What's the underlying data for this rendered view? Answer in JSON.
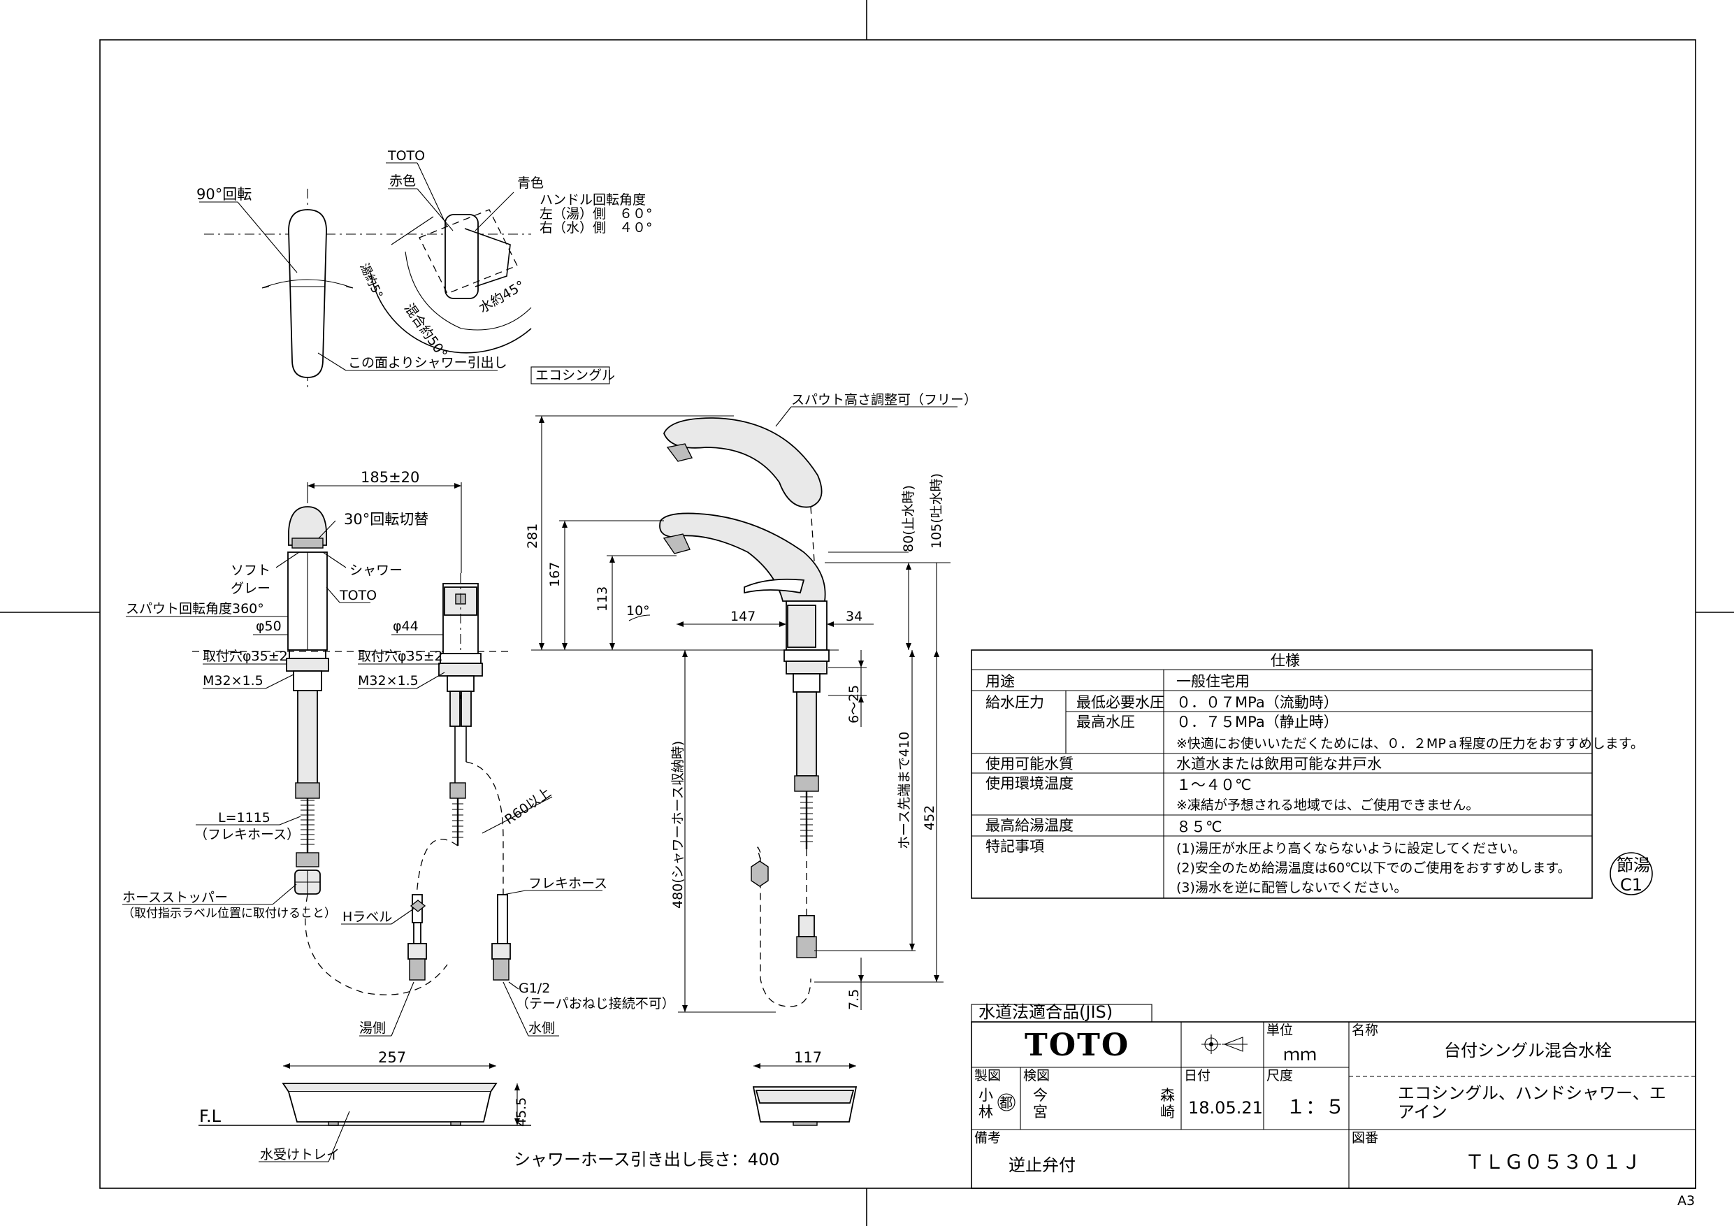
{
  "top_view": {
    "rotate90": "90°回転",
    "toto": "TOTO",
    "red": "赤色",
    "blue": "青色",
    "handle_angle": "ハンドル回転角度",
    "left_hot": "左（湯）側　６０°",
    "right_cold": "右（水）側　４０°",
    "hot_angle": "湯約5°",
    "mix_angle": "混合約50°",
    "cold_angle": "水約45°",
    "shower_face": "この面よりシャワー引出し",
    "eco_label": "エコシングル"
  },
  "front_view": {
    "dim_185": "185±20",
    "rotate30": "30°回転切替",
    "soft": "ソフト",
    "shower": "シャワー",
    "gray": "グレー",
    "spout_rotate": "スパウト回転角度360°",
    "toto": "TOTO",
    "d50": "φ50",
    "d44": "φ44",
    "hole1": "取付穴φ35±2",
    "hole2": "取付穴φ35±2",
    "m32a": "M32×1.5",
    "m32b": "M32×1.5",
    "hose_len": "L=1115",
    "flex1": "（フレキホース）",
    "r60": "R60以上",
    "flex2": "フレキホース",
    "stopper": "ホースストッパー",
    "stopper_note": "（取付指示ラベル位置に取付けること）",
    "h_label": "Hラベル",
    "g12": "G1/2",
    "taper": "（テーパおねじ接続不可）",
    "hot_side": "湯側",
    "cold_side": "水側"
  },
  "side_view": {
    "spout_adj": "スパウト高さ調整可（フリー）",
    "d281": "281",
    "d167": "167",
    "d113": "113",
    "deg10": "10°",
    "d147": "147",
    "d34": "34",
    "d80": "80(止水時)",
    "d105": "105(吐水時)",
    "d6_25": "6～25",
    "d480": "480(シャワーホース収納時)",
    "d410": "ホース先端まで410",
    "d452": "452",
    "d7_5": "7.5"
  },
  "tray": {
    "d257": "257",
    "d45_5": "45.5",
    "fl": "F.L",
    "tray_label": "水受けトレイ",
    "d117": "117",
    "pull_len": "シャワーホース引き出し長さ：400"
  },
  "spec_table": {
    "title": "仕様",
    "rows": [
      {
        "k1": "用途",
        "k2": "",
        "v": "一般住宅用"
      },
      {
        "k1": "給水圧力",
        "k2": "最低必要水圧",
        "v": "０．０７MPa（流動時）"
      },
      {
        "k1": "",
        "k2": "最高水圧",
        "v": "０．７５MPa（静止時）"
      },
      {
        "k1": "",
        "k2": "",
        "v": "※快適にお使いいただくためには、０．２MPａ程度の圧力をおすすめします。"
      },
      {
        "k1": "使用可能水質",
        "k2": "",
        "v": "水道水または飲用可能な井戸水"
      },
      {
        "k1": "使用環境温度",
        "k2": "",
        "v": "１～４０℃"
      },
      {
        "k1": "",
        "k2": "",
        "v": "※凍結が予想される地域では、ご使用できません。"
      },
      {
        "k1": "最高給湯温度",
        "k2": "",
        "v": "８５℃"
      },
      {
        "k1": "特記事項",
        "k2": "",
        "v": "(1)湯圧が水圧より高くならないように設定してください。"
      },
      {
        "k1": "",
        "k2": "",
        "v": "(2)安全のため給湯温度は60℃以下でのご使用をおすすめします。"
      },
      {
        "k1": "",
        "k2": "",
        "v": "(3)湯水を逆に配管しないでください。"
      }
    ]
  },
  "mark": {
    "line1": "節湯",
    "line2": "C1"
  },
  "title_block": {
    "jis": "水道法適合品(JIS)",
    "brand": "TOTO",
    "unit_label": "単位",
    "unit": "ｍｍ",
    "name_label": "名称",
    "name": "台付シングル混合水栓",
    "drawn_label": "製図",
    "drawn_1": "小",
    "drawn_2": "林",
    "drawn_seal": "都",
    "checked_label": "検図",
    "checked_1": "今",
    "checked_2": "宮",
    "checked_3": "森",
    "checked_4": "崎",
    "date_label": "日付",
    "date": "18.05.21",
    "scale_label": "尺度",
    "scale": "１：５",
    "desc1": "エコシングル、ハンドシャワー、エ",
    "desc2": "アイン",
    "remarks_label": "備考",
    "remarks": "逆止弁付",
    "dwg_label": "図番",
    "dwg": "ＴＬＧ０５３０１Ｊ"
  },
  "sheet_size": "A3"
}
